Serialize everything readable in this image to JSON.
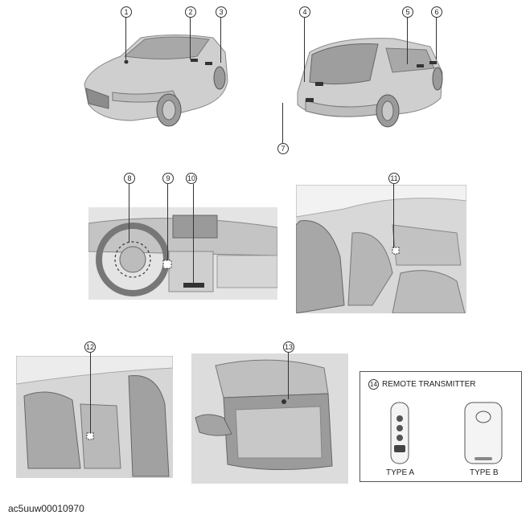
{
  "callouts": [
    "1",
    "2",
    "3",
    "4",
    "5",
    "6",
    "7",
    "8",
    "9",
    "10",
    "11",
    "12",
    "13",
    "14"
  ],
  "remote": {
    "title": "REMOTE TRANSMITTER",
    "type_a": "TYPE A",
    "type_b": "TYPE B"
  },
  "footer_code": "ac5uuw00010970"
}
